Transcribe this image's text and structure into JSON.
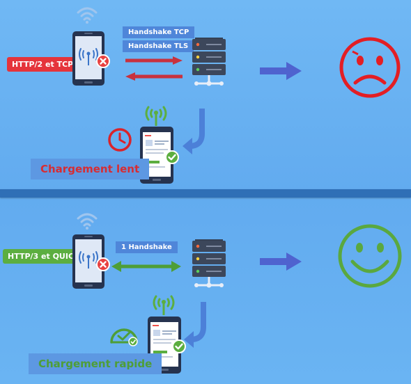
{
  "top": {
    "protocol_label": "HTTP/2 et TCP",
    "handshakes": [
      "Handshake TCP",
      "Handshake TLS"
    ],
    "status": "Chargement lent"
  },
  "bottom": {
    "protocol_label": "HTTP/3 et QUIC",
    "handshakes": [
      "1 Handshake"
    ],
    "status": "Chargement rapide"
  },
  "colors": {
    "background": "#67b1f0",
    "divider": "#2f6fb6",
    "slow_red": "#e5343b",
    "fast_green": "#5cae40",
    "arrow_blue": "#4f63cf"
  },
  "icons": [
    "wifi-icon",
    "phone-icon",
    "error-badge-icon",
    "server-icon",
    "clock-icon",
    "speedometer-icon",
    "check-badge-icon",
    "sad-face-icon",
    "happy-face-icon"
  ]
}
